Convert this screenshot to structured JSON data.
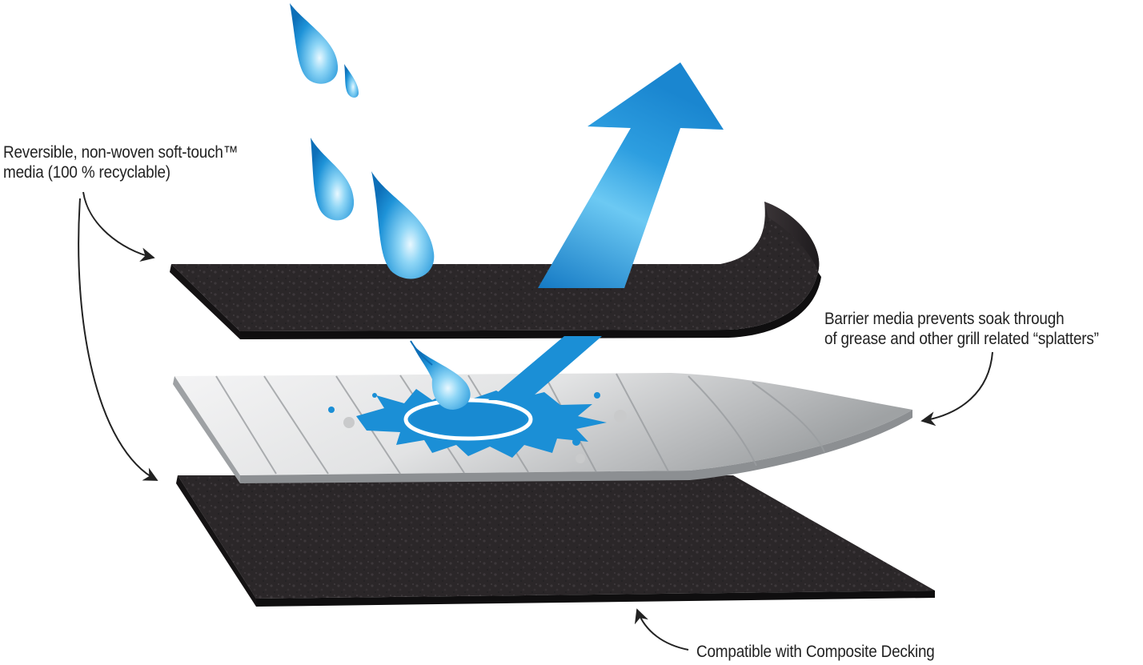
{
  "labels": {
    "top_layer": {
      "line1": "Reversible, non-woven soft-touch™",
      "line2": "media (100 % recyclable)"
    },
    "barrier": {
      "line1": "Barrier media prevents soak through",
      "line2": "of grease and other grill related “splatters”"
    },
    "bottom": {
      "line1": "Compatible with Composite Decking"
    }
  },
  "colors": {
    "felt_dark": "#2a2628",
    "felt_edge": "#111011",
    "barrier_light": "#e8e9ea",
    "barrier_mid": "#b9bbbd",
    "water_blue": "#1b8fd6",
    "water_light": "#7fd0f5",
    "arrow_line": "#222222"
  }
}
